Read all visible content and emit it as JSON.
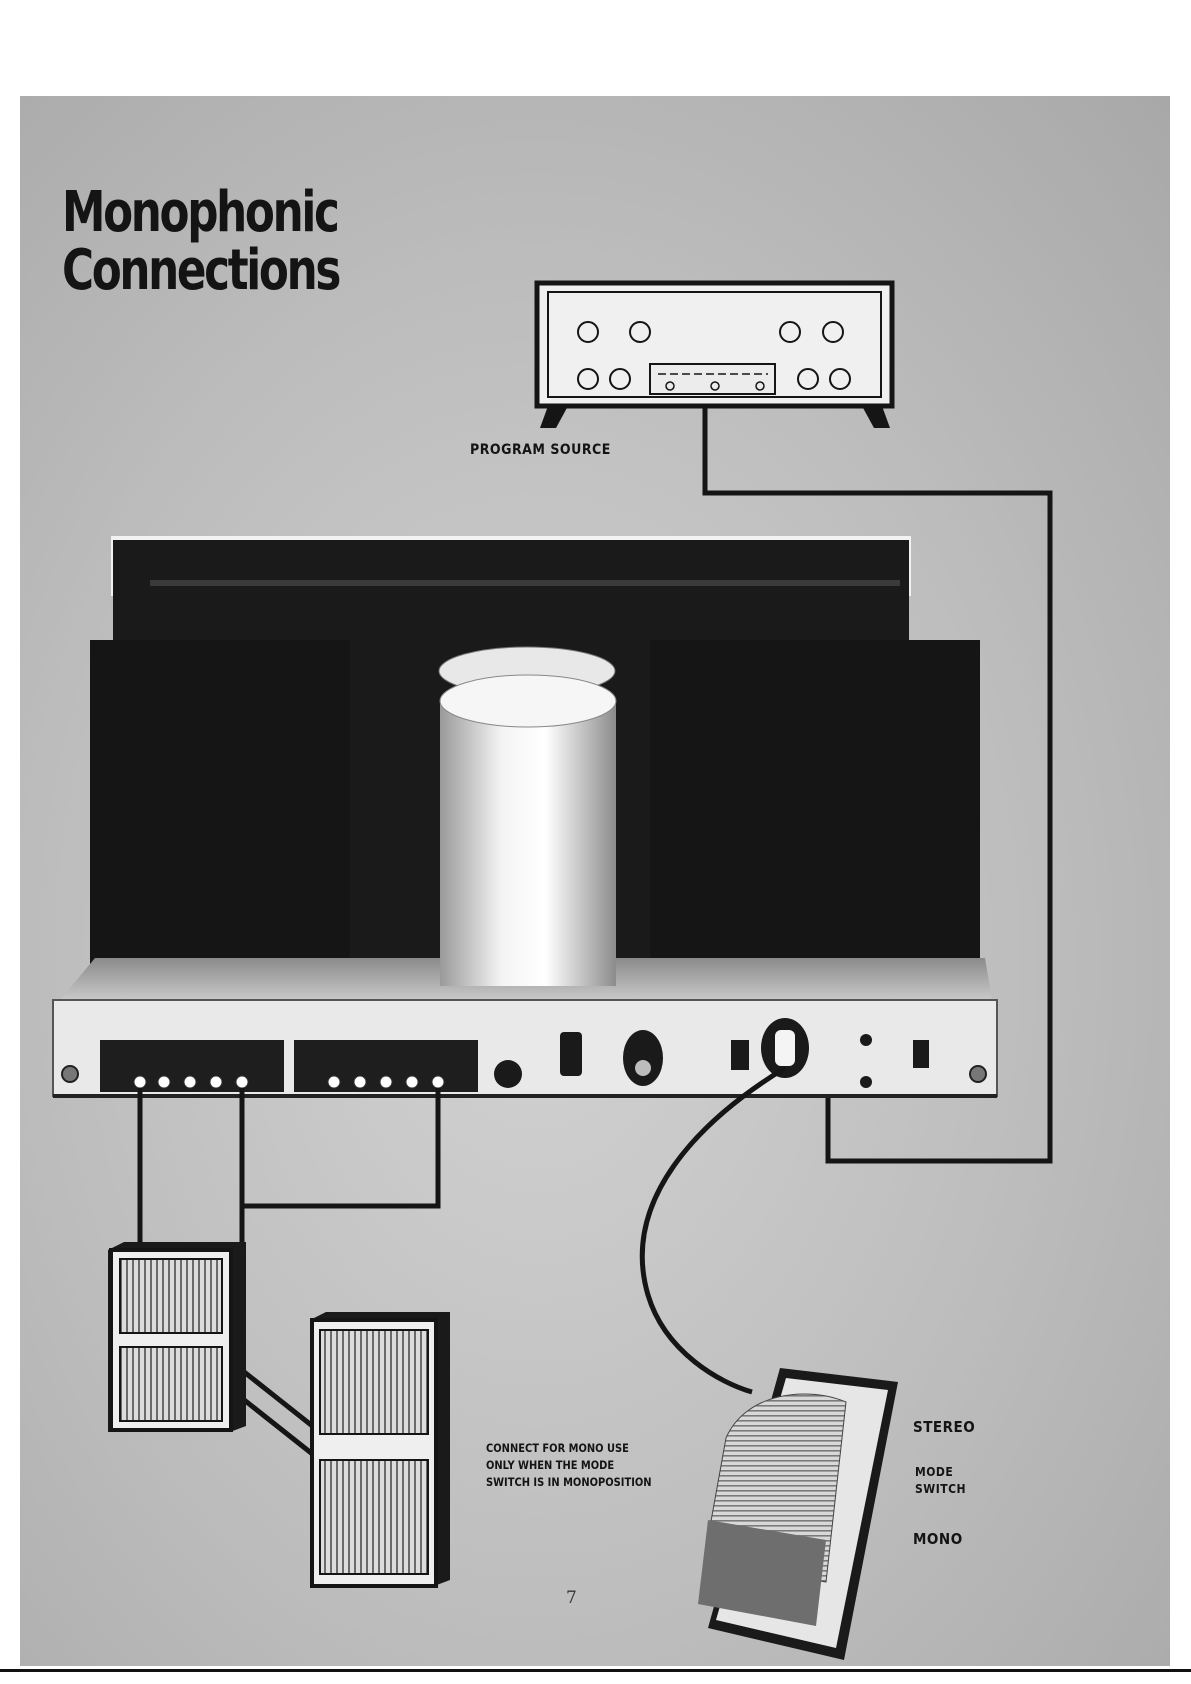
{
  "title": {
    "line1": "Monophonic",
    "line2": "Connections"
  },
  "labels": {
    "program_source": "PROGRAM SOURCE",
    "stereo": "STEREO",
    "mode": "MODE",
    "switch": "SWITCH",
    "mono": "MONO"
  },
  "note": {
    "line1": "CONNECT FOR MONO USE",
    "line2": "ONLY WHEN THE MODE",
    "line3": "SWITCH IS IN MONOPOSITION"
  },
  "page_number": "7"
}
